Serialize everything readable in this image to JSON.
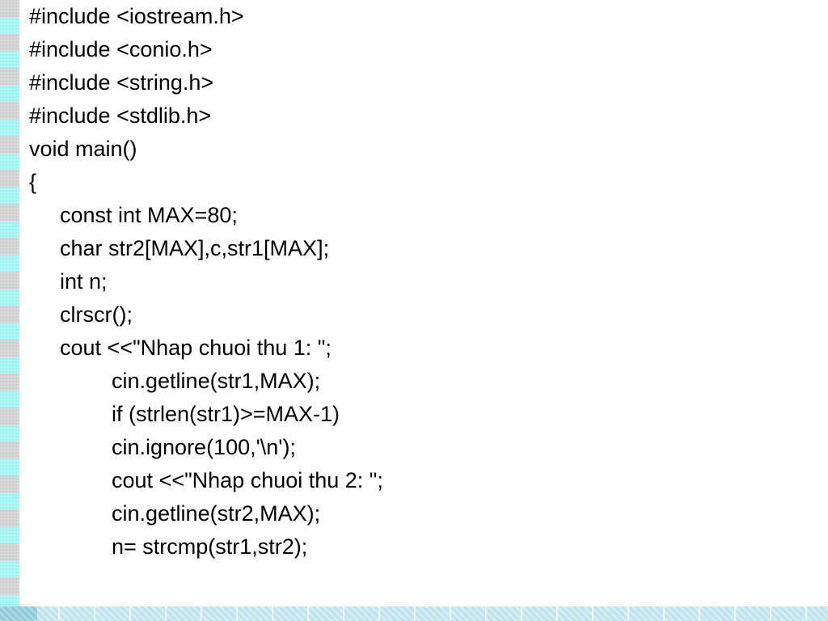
{
  "code_lines": [
    {
      "text": "#include <iostream.h>",
      "indent": 0
    },
    {
      "text": "#include <conio.h>",
      "indent": 0
    },
    {
      "text": "#include <string.h>",
      "indent": 0
    },
    {
      "text": "#include <stdlib.h>",
      "indent": 0
    },
    {
      "text": "void main()",
      "indent": 0
    },
    {
      "text": "{",
      "indent": 0
    },
    {
      "text": "const int MAX=80;",
      "indent": 1
    },
    {
      "text": "char str2[MAX],c,str1[MAX];",
      "indent": 1
    },
    {
      "text": "int n;",
      "indent": 1
    },
    {
      "text": "clrscr();",
      "indent": 1
    },
    {
      "text": "cout <<\"Nhap chuoi thu 1: \";",
      "indent": 1
    },
    {
      "text": "cin.getline(str1,MAX);",
      "indent": 2
    },
    {
      "text": "if (strlen(str1)>=MAX-1)",
      "indent": 2
    },
    {
      "text": "cin.ignore(100,'\\n');",
      "indent": 2
    },
    {
      "text": "cout <<\"Nhap chuoi thu 2: \";",
      "indent": 2
    },
    {
      "text": "cin.getline(str2,MAX);",
      "indent": 2
    },
    {
      "text": "n= strcmp(str1,str2);",
      "indent": 2
    }
  ],
  "colors": {
    "strip_gray": "#cfcfcf",
    "strip_cyan": "#9ff4f2",
    "bottom_strip": "#d4eef3",
    "text": "#000000"
  }
}
